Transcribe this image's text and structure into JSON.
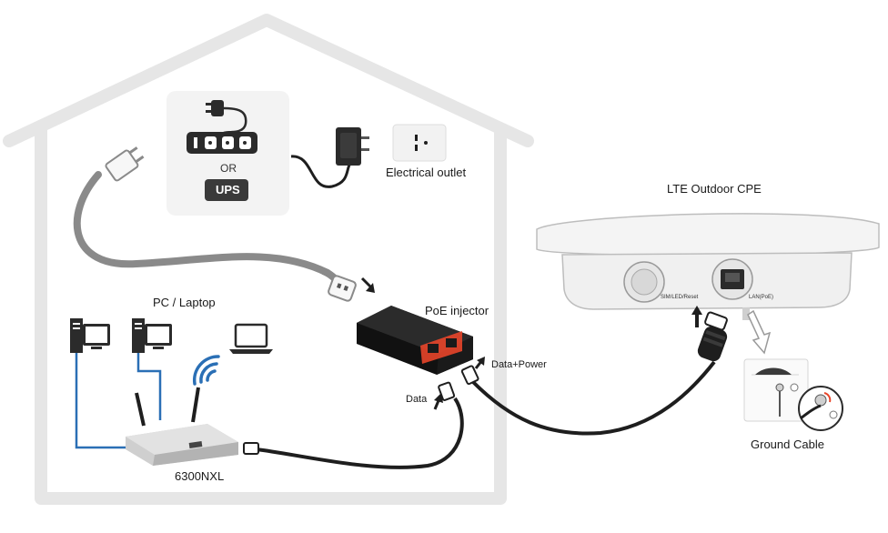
{
  "labels": {
    "outlet": "Electrical outlet",
    "or": "OR",
    "ups": "UPS",
    "pc_laptop": "PC / Laptop",
    "poe_injector": "PoE injector",
    "data_power": "Data+Power",
    "data": "Data",
    "router": "6300NXL",
    "cpe": "LTE Outdoor CPE",
    "sim_port": "SIM/LED/Reset",
    "lan_port": "LAN(PoE)",
    "ground_cable": "Ground Cable"
  },
  "colors": {
    "house_outline": "#e6e6e6",
    "cable_gray": "#8a8a8a",
    "cable_black": "#1e1e1e",
    "lan_blue": "#2a6fb5",
    "ups_box": "#3a3a3a",
    "power_strip_panel": "#f3f3f3",
    "injector_body": "#1c1c1c",
    "injector_led": "#e8452a",
    "cpe_body": "#f4f4f4"
  },
  "icons": [
    "power-plug-icon",
    "power-strip-icon",
    "ups-icon",
    "power-adapter-icon",
    "wall-outlet-icon",
    "desktop-pc-icon",
    "laptop-icon",
    "wifi-icon",
    "router-icon",
    "poe-injector-icon",
    "rj45-connector-icon",
    "iec-connector-icon",
    "lte-cpe-icon",
    "ground-terminal-icon",
    "arrow-icon"
  ]
}
